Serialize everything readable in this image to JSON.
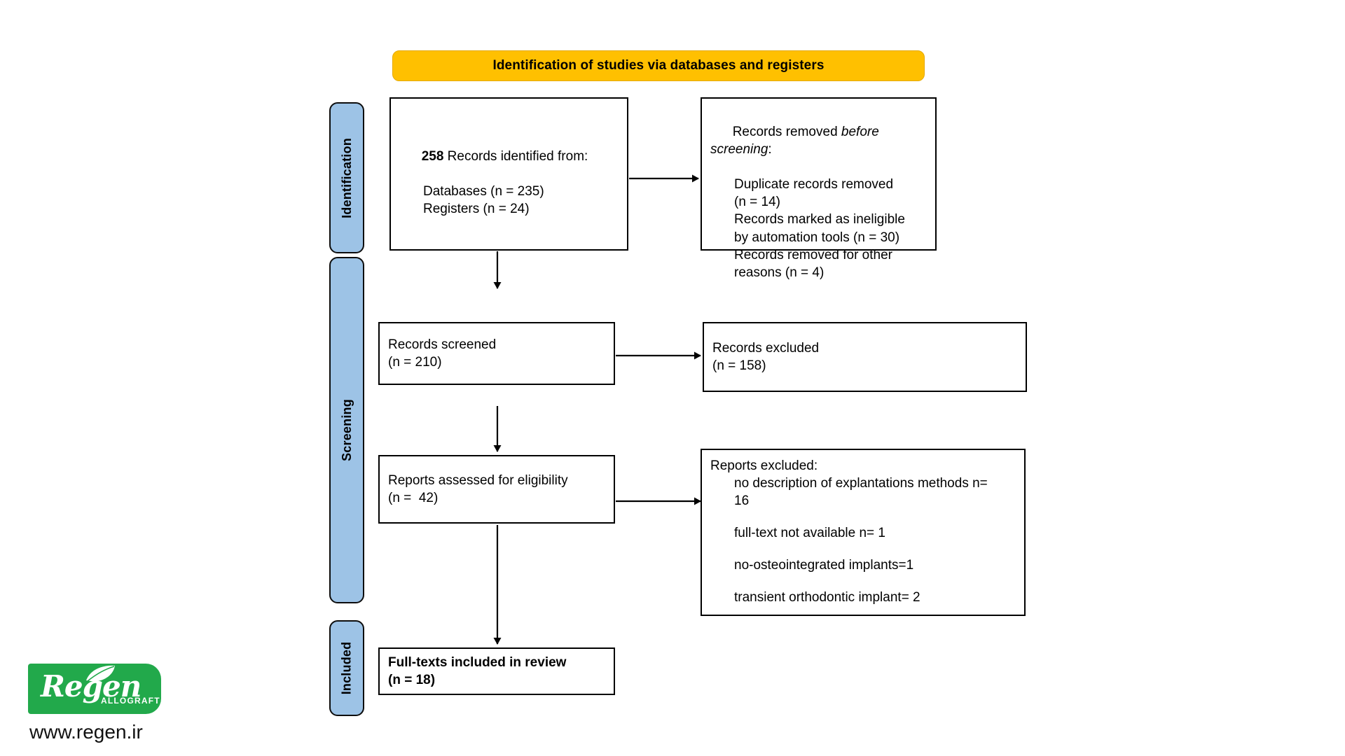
{
  "diagram": {
    "type": "PRISMA flow diagram",
    "banner": {
      "label": "Identification of studies via databases and registers",
      "color": "#FFC000"
    },
    "stage_labels": [
      {
        "id": "identification",
        "label": "Identification",
        "color": "#9DC3E6"
      },
      {
        "id": "screening",
        "label": "Screening",
        "color": "#9DC3E6"
      },
      {
        "id": "included",
        "label": "Included",
        "color": "#9DC3E6"
      }
    ],
    "boxes": {
      "records_identified": {
        "lead_number": "258",
        "line1_rest": " Records identified from:",
        "line2": "Databases (n = 235)",
        "line3": "Registers (n = 24)"
      },
      "records_removed": {
        "title_a": "Records removed ",
        "title_italic": "before screening",
        "title_b": ":",
        "items": [
          "Duplicate records removed",
          "(n = 14)",
          "Records marked as ineligible",
          "by automation tools (n = 30)",
          "Records removed for other",
          "reasons (n = 4)"
        ]
      },
      "records_screened": {
        "line1": "Records screened",
        "line2": "(n = 210)"
      },
      "records_excluded": {
        "line1": "Records excluded",
        "line2": "(n = 158)"
      },
      "reports_assessed": {
        "line1": "Reports assessed for eligibility",
        "line2": "(n =  42)"
      },
      "reports_excluded": {
        "title": "Reports excluded:",
        "items": [
          "no description of explantations methods n=",
          "16",
          "full-text not available n= 1",
          "no-osteointegrated implants=1",
          "transient orthodontic implant= 2"
        ]
      },
      "full_texts_included": {
        "line1": "Full-texts included in review",
        "line2": "(n = 18)"
      }
    },
    "watermark": {
      "brand": "Regen",
      "tagline": "ALLOGRAFT",
      "url": "www.regen.ir",
      "brand_color": "#22A94B"
    }
  }
}
